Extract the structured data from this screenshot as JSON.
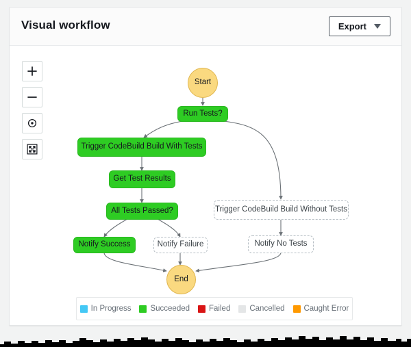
{
  "header": {
    "title": "Visual workflow",
    "export_label": "Export",
    "caret_icon": "chevron-down-icon"
  },
  "toolbar": {
    "buttons": [
      {
        "name": "zoom-in",
        "icon": "plus-icon"
      },
      {
        "name": "zoom-out",
        "icon": "minus-icon"
      },
      {
        "name": "center-graph",
        "icon": "target-icon"
      },
      {
        "name": "fit-to-screen",
        "icon": "expand-arrows-icon"
      }
    ]
  },
  "graph": {
    "nodes": [
      {
        "id": "start",
        "label": "Start",
        "state": "terminal"
      },
      {
        "id": "run-tests",
        "label": "Run Tests?",
        "state": "succeeded"
      },
      {
        "id": "trigger-with",
        "label": "Trigger CodeBuild Build With Tests",
        "state": "succeeded"
      },
      {
        "id": "get-results",
        "label": "Get Test Results",
        "state": "succeeded"
      },
      {
        "id": "all-passed",
        "label": "All Tests Passed?",
        "state": "succeeded"
      },
      {
        "id": "notify-success",
        "label": "Notify Success",
        "state": "succeeded"
      },
      {
        "id": "notify-failure",
        "label": "Notify Failure",
        "state": "inactive"
      },
      {
        "id": "trigger-without",
        "label": "Trigger CodeBuild Build Without Tests",
        "state": "inactive"
      },
      {
        "id": "notify-no-tests",
        "label": "Notify No Tests",
        "state": "inactive"
      },
      {
        "id": "end",
        "label": "End",
        "state": "terminal"
      }
    ]
  },
  "legend": {
    "items": [
      {
        "label": "In Progress",
        "color": "#44c8f5"
      },
      {
        "label": "Succeeded",
        "color": "#2ecc23"
      },
      {
        "label": "Failed",
        "color": "#d91515"
      },
      {
        "label": "Cancelled",
        "color": "#e4e6e7"
      },
      {
        "label": "Caught Error",
        "color": "#ff9900"
      }
    ]
  },
  "colors": {
    "succeeded": "#2ecc23",
    "terminal": "#fad980",
    "edge": "#6b7176",
    "inactive_border": "#b6bec4"
  }
}
